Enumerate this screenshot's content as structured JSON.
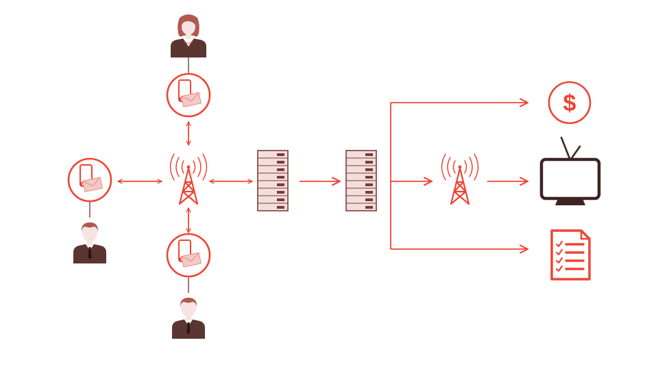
{
  "diagram": {
    "nodes": [
      {
        "id": "user-woman",
        "icon": "businesswoman-avatar-icon"
      },
      {
        "id": "phone-top",
        "icon": "phone-message-icon"
      },
      {
        "id": "phone-left",
        "icon": "phone-message-icon"
      },
      {
        "id": "phone-bottom",
        "icon": "phone-message-icon"
      },
      {
        "id": "user-man-left",
        "icon": "businessman-avatar-icon"
      },
      {
        "id": "user-man-bottom",
        "icon": "businessman-avatar-icon"
      },
      {
        "id": "tower-left",
        "icon": "cell-tower-icon"
      },
      {
        "id": "server-1",
        "icon": "server-rack-icon"
      },
      {
        "id": "server-2",
        "icon": "server-rack-icon"
      },
      {
        "id": "tower-right",
        "icon": "cell-tower-icon"
      },
      {
        "id": "billing",
        "icon": "dollar-circle-icon",
        "text": "$"
      },
      {
        "id": "tv",
        "icon": "television-icon"
      },
      {
        "id": "report",
        "icon": "checklist-document-icon"
      }
    ],
    "edges": [
      {
        "from": "user-woman",
        "to": "phone-top",
        "style": "line"
      },
      {
        "from": "phone-top",
        "to": "tower-left",
        "style": "double-arrow"
      },
      {
        "from": "phone-left",
        "to": "tower-left",
        "style": "double-arrow"
      },
      {
        "from": "phone-bottom",
        "to": "tower-left",
        "style": "double-arrow"
      },
      {
        "from": "phone-left",
        "to": "user-man-left",
        "style": "line"
      },
      {
        "from": "phone-bottom",
        "to": "user-man-bottom",
        "style": "line"
      },
      {
        "from": "tower-left",
        "to": "server-1",
        "style": "double-arrow"
      },
      {
        "from": "server-1",
        "to": "server-2",
        "style": "arrow"
      },
      {
        "from": "server-2",
        "to": "billing",
        "style": "arrow"
      },
      {
        "from": "server-2",
        "to": "tower-right",
        "style": "arrow"
      },
      {
        "from": "tower-right",
        "to": "tv",
        "style": "arrow"
      },
      {
        "from": "server-2",
        "to": "report",
        "style": "arrow"
      }
    ]
  },
  "colors": {
    "accent": "#ee4433",
    "dark": "#4a2a26",
    "skin": "#f6e4e3",
    "server_body": "#f3dedd",
    "envelope": "#f4c9c6"
  }
}
